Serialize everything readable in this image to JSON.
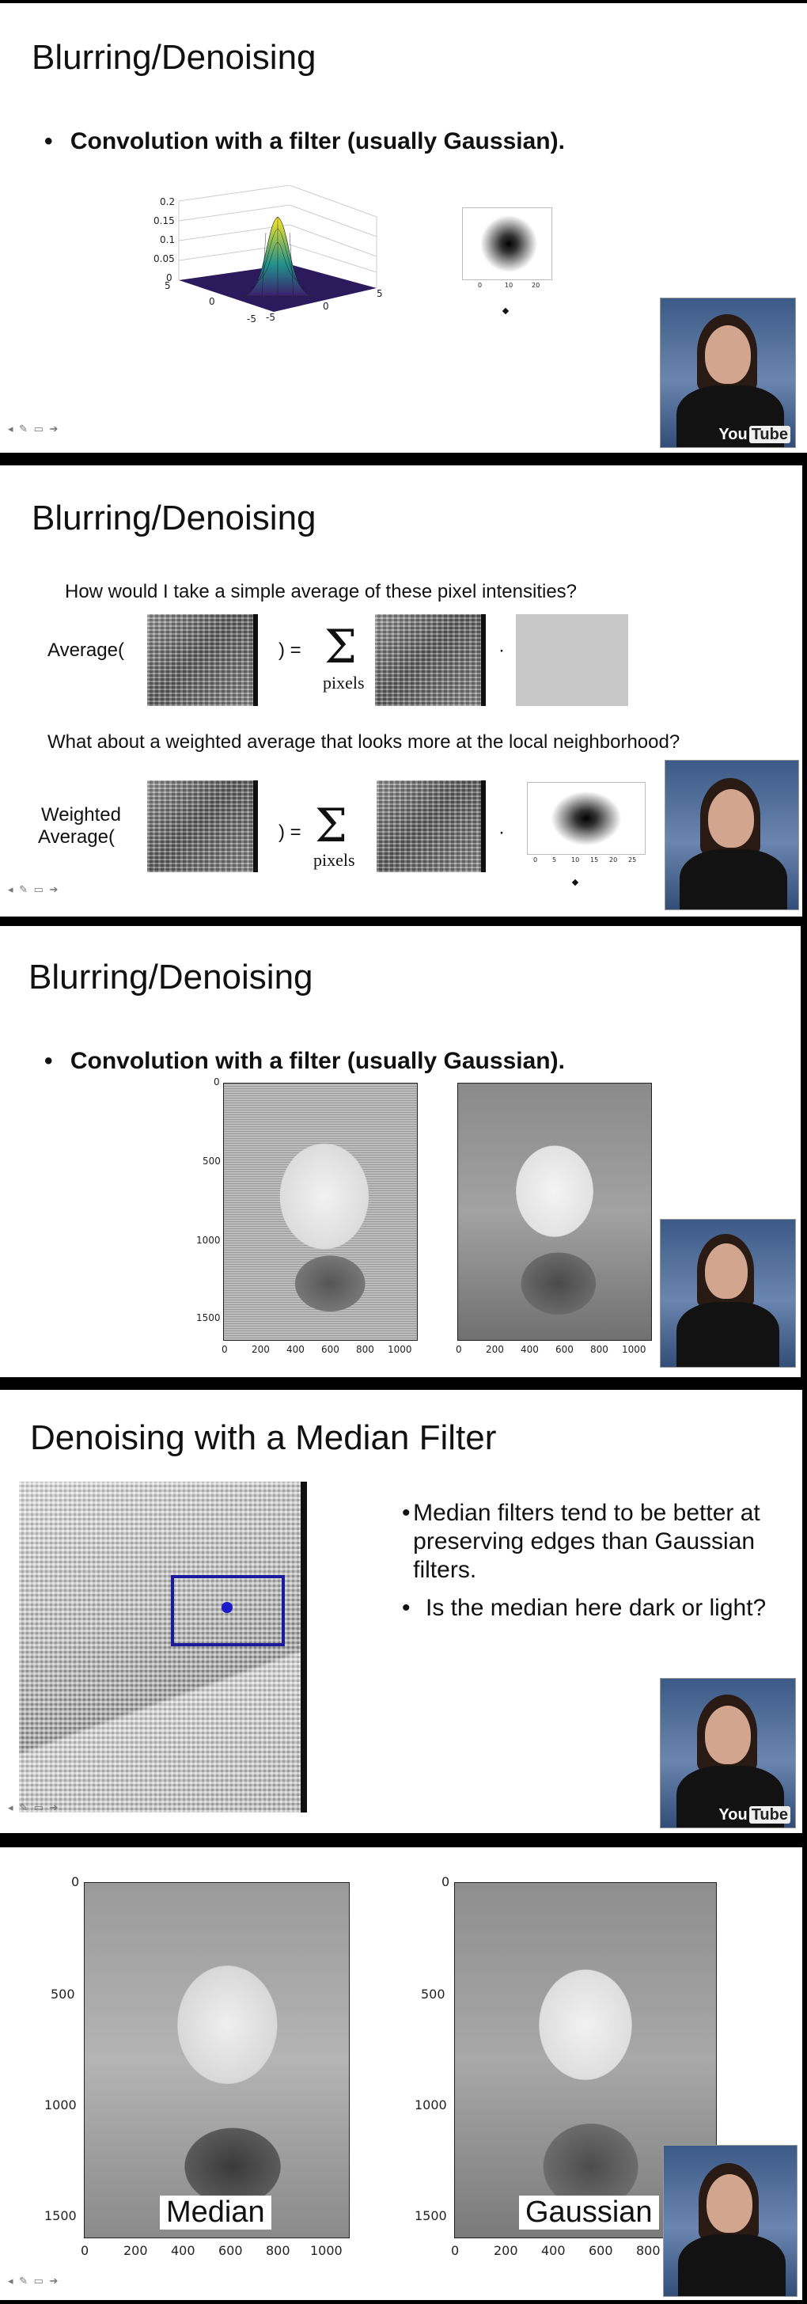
{
  "slide1": {
    "title": "Blurring/Denoising",
    "bullet": "Convolution with a filter (usually Gaussian).",
    "surface_z_ticks": [
      "0.2",
      "0.15",
      "0.1",
      "0.05",
      "0"
    ],
    "surface_x_ticks": [
      "5",
      "0",
      "-5"
    ],
    "surface_y_ticks": [
      "-5",
      "0",
      "5"
    ],
    "heatmap_ticks": [
      "0",
      "10",
      "20"
    ],
    "video_watermark_a": "You",
    "video_watermark_b": "Tube"
  },
  "slide2": {
    "title": "Blurring/Denoising",
    "question1": "How would I take a simple average of these pixel intensities?",
    "average_label": "Average(",
    "equals": ") =",
    "sigma": "Σ",
    "pixels": "pixels",
    "dot": "·",
    "question2": "What about a weighted average that looks more at the local neighborhood?",
    "weighted_label_1": "Weighted",
    "weighted_label_2": "Average(",
    "equals2": ") =",
    "pixels2": "pixels",
    "dot2": "·",
    "heatmap_ticks": [
      "0",
      "5",
      "10",
      "15",
      "20",
      "25"
    ]
  },
  "slide3": {
    "title": "Blurring/Denoising",
    "bullet": "Convolution with a filter (usually Gaussian).",
    "y_ticks": [
      "0",
      "500",
      "1000",
      "1500"
    ],
    "x_ticks": [
      "0",
      "200",
      "400",
      "600",
      "800",
      "1000"
    ]
  },
  "slide4": {
    "title": "Denoising with a Median Filter",
    "point1": "Median filters tend to be better at preserving edges than Gaussian filters.",
    "point2": "Is the median here dark or light?",
    "video_watermark_a": "You",
    "video_watermark_b": "Tube"
  },
  "slide5": {
    "left_caption": "Median",
    "right_caption": "Gaussian",
    "left_y_ticks": [
      "0",
      "500",
      "1000",
      "1500"
    ],
    "right_y_ticks": [
      "0",
      "500",
      "1000",
      "1500"
    ],
    "x_ticks": [
      "0",
      "200",
      "400",
      "600",
      "800",
      "1000"
    ]
  },
  "toolbar": {
    "icons": "◂ ✎ ▭ ➔"
  }
}
